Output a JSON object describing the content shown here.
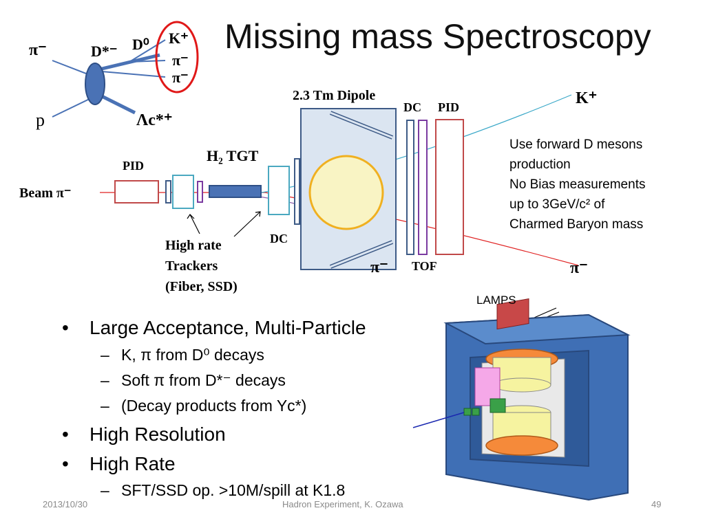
{
  "title": "Missing mass Spectroscopy",
  "feynman": {
    "pi_minus": "π⁻",
    "d_star": "D*⁻",
    "d0": "D⁰",
    "k_plus": "K⁺",
    "pi1": "π⁻",
    "pi2": "π⁻",
    "proton": "p",
    "lambda": "Λc*⁺"
  },
  "detector": {
    "dipole_label": "2.3 Tm Dipole",
    "dc_top": "DC",
    "pid_top": "PID",
    "k_plus": "K⁺",
    "target_label": "H₂ TGT",
    "pid_left": "PID",
    "beam_label": "Beam π⁻",
    "dc_bottom": "DC",
    "trackers_line1": "High rate",
    "trackers_line2": "Trackers",
    "trackers_line3": "(Fiber, SSD)",
    "pi_soft": "π⁻",
    "tof": "TOF",
    "pi_right": "π⁻"
  },
  "note": {
    "line1": "Use forward D mesons",
    "line2": "production",
    "line3": "No Bias measurements",
    "line4": "up to 3GeV/c² of",
    "line5": "Charmed Baryon mass"
  },
  "lamps_label": "LAMPS",
  "bullets": {
    "b1": "Large Acceptance, Multi-Particle",
    "b1_sub1": "K, π from D⁰ decays",
    "b1_sub2": "Soft π from D*⁻ decays",
    "b1_sub3": "(Decay products from Yc*)",
    "b2": "High Resolution",
    "b3": "High Rate",
    "b3_sub1": "SFT/SSD op. >10M/spill at K1.8"
  },
  "footer": {
    "date": "2013/10/30",
    "center": "Hadron Experiment, K. Ozawa",
    "page": "49"
  },
  "colors": {
    "beam": "#e02020",
    "k_track": "#3aa8c8",
    "magnet": "#dbe5f1",
    "lamps_blue": "#4a78b8",
    "coil_yellow": "#f6f3a0",
    "highlight_circle": "#e01818"
  }
}
